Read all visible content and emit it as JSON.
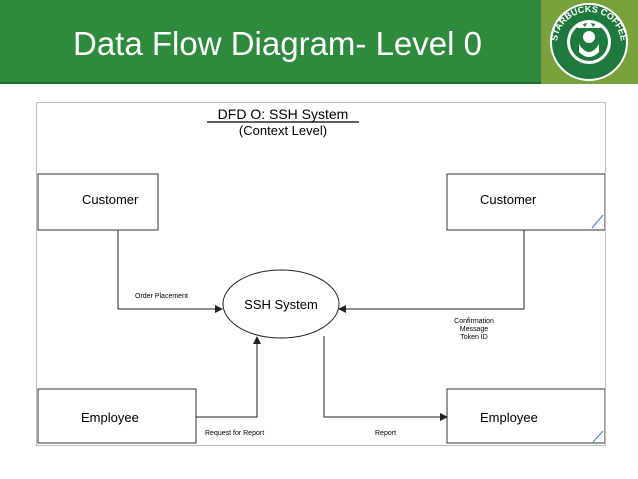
{
  "slide": {
    "title": "Data Flow Diagram- Level 0",
    "logo_icon": "starbucks-coffee-logo",
    "logo_text": "STARBUCKS COFFEE"
  },
  "diagram": {
    "title": "DFD O: SSH System",
    "subtitle": "(Context Level)",
    "process": "SSH System",
    "entities": {
      "customer_left": "Customer",
      "customer_right": "Customer",
      "employee_left": "Employee",
      "employee_right": "Employee"
    },
    "flows": {
      "order_placement": "Order Placement",
      "confirmation_lines": [
        "Confirmation",
        "Message",
        "Token ID"
      ],
      "request_for_report": "Request for Report",
      "report": "Report"
    }
  },
  "colors": {
    "title_bar": "#2e8b3d",
    "logo_panel": "#7aa23c",
    "logo_green": "#1e7a3c"
  }
}
